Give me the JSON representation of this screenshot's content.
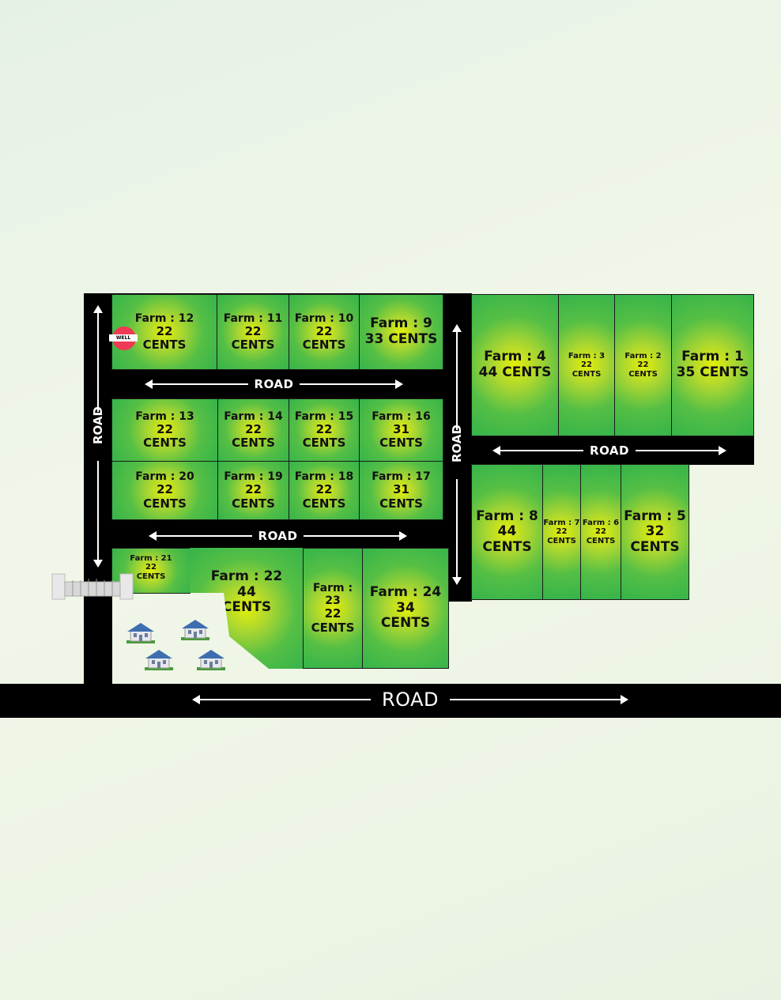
{
  "roads": {
    "label": "ROAD"
  },
  "well": {
    "label": "WELL"
  },
  "farms": {
    "f1": {
      "name": "Farm : 1",
      "area": "35",
      "unit": "CENTS"
    },
    "f2": {
      "name": "Farm : 2",
      "area": "22",
      "unit": "CENTS"
    },
    "f3": {
      "name": "Farm : 3",
      "area": "22",
      "unit": "CENTS"
    },
    "f4": {
      "name": "Farm : 4",
      "area": "44",
      "unit": "CENTS"
    },
    "f5": {
      "name": "Farm : 5",
      "area": "32",
      "unit": "CENTS"
    },
    "f6": {
      "name": "Farm : 6",
      "area": "22",
      "unit": "CENTS"
    },
    "f7": {
      "name": "Farm : 7",
      "area": "22",
      "unit": "CENTS"
    },
    "f8": {
      "name": "Farm : 8",
      "area": "44",
      "unit": "CENTS"
    },
    "f9": {
      "name": "Farm : 9",
      "area": "33",
      "unit": "CENTS"
    },
    "f10": {
      "name": "Farm : 10",
      "area": "22",
      "unit": "CENTS"
    },
    "f11": {
      "name": "Farm : 11",
      "area": "22",
      "unit": "CENTS"
    },
    "f12": {
      "name": "Farm : 12",
      "area": "22",
      "unit": "CENTS"
    },
    "f13": {
      "name": "Farm : 13",
      "area": "22",
      "unit": "CENTS"
    },
    "f14": {
      "name": "Farm : 14",
      "area": "22",
      "unit": "CENTS"
    },
    "f15": {
      "name": "Farm : 15",
      "area": "22",
      "unit": "CENTS"
    },
    "f16": {
      "name": "Farm : 16",
      "area": "31",
      "unit": "CENTS"
    },
    "f17": {
      "name": "Farm : 17",
      "area": "31",
      "unit": "CENTS"
    },
    "f18": {
      "name": "Farm : 18",
      "area": "22",
      "unit": "CENTS"
    },
    "f19": {
      "name": "Farm : 19",
      "area": "22",
      "unit": "CENTS"
    },
    "f20": {
      "name": "Farm : 20",
      "area": "22",
      "unit": "CENTS"
    },
    "f21": {
      "name": "Farm : 21",
      "area": "22",
      "unit": "CENTS"
    },
    "f22": {
      "name": "Farm : 22",
      "area": "44",
      "unit": "CENTS"
    },
    "f23": {
      "name": "Farm : 23",
      "area": "22",
      "unit": "CENTS"
    },
    "f24": {
      "name": "Farm : 24",
      "area": "34",
      "unit": "CENTS"
    }
  }
}
